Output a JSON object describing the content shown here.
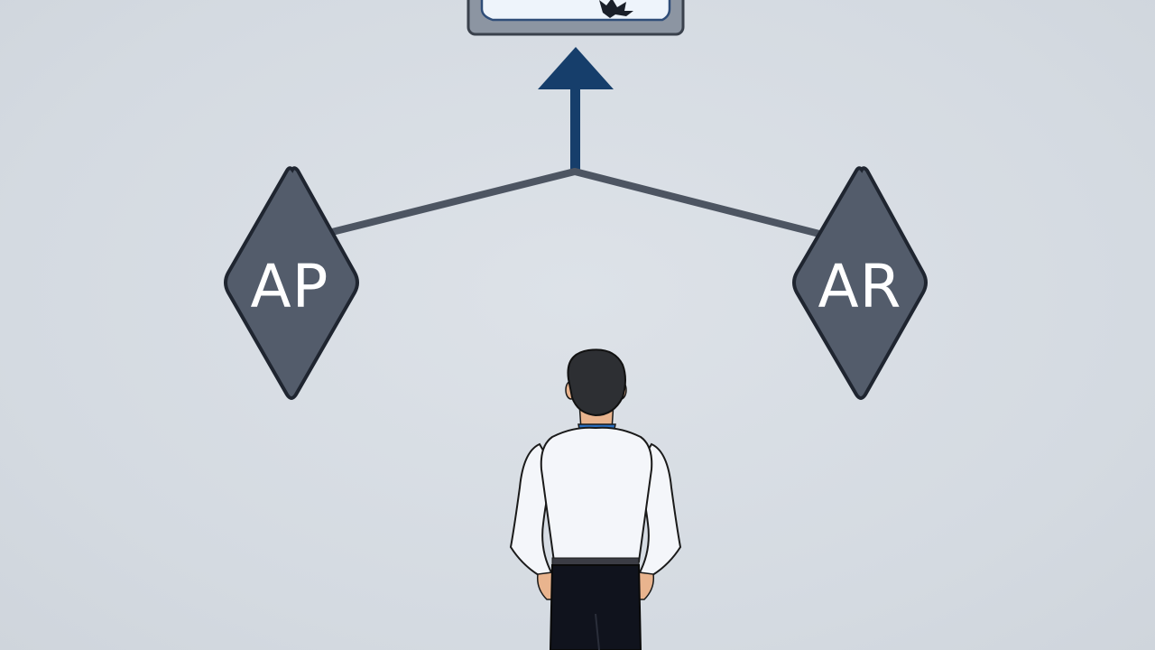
{
  "nodes": {
    "left": {
      "label": "AP"
    },
    "right": {
      "label": "AR"
    }
  },
  "colors": {
    "background": "#d6dce3",
    "diamond_fill": "#535c6b",
    "diamond_stroke": "#1f2530",
    "connector": "#4d5562",
    "arrow": "#163e6b",
    "card_fill": "#eef4fb",
    "card_frame": "#8c95a2",
    "shirt": "#f4f6fa",
    "trousers": "#10131d",
    "hair": "#2d2f33",
    "collar": "#2a6fc0"
  },
  "icons": [
    "certificate-card-icon",
    "seal-icon",
    "up-arrow-icon",
    "person-figure"
  ]
}
